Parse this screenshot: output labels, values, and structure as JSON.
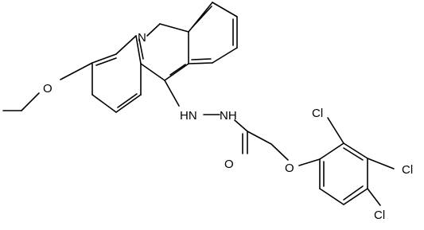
{
  "molecule": {
    "labels": {
      "ring_nitrogen": "N",
      "ether_oxygen": "O",
      "hydrazide_nh_1": "HN",
      "hydrazide_nh_2": "NH",
      "carbonyl_oxygen": "O",
      "aryl_ether_oxygen": "O",
      "chlorine_top": "Cl",
      "chlorine_right": "Cl",
      "chlorine_bottom": "Cl"
    },
    "colors": {
      "line": "#000000",
      "background": "#ffffff"
    }
  }
}
